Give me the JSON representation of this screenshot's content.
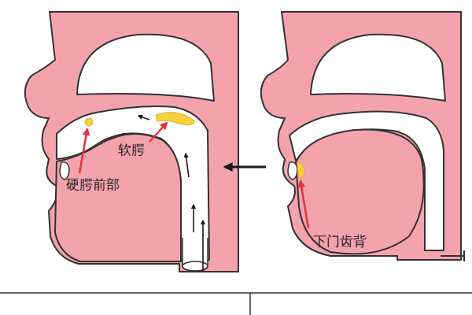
{
  "diagram": {
    "labels": [
      "软腭",
      "硬腭前部",
      "下门齿背"
    ]
  }
}
